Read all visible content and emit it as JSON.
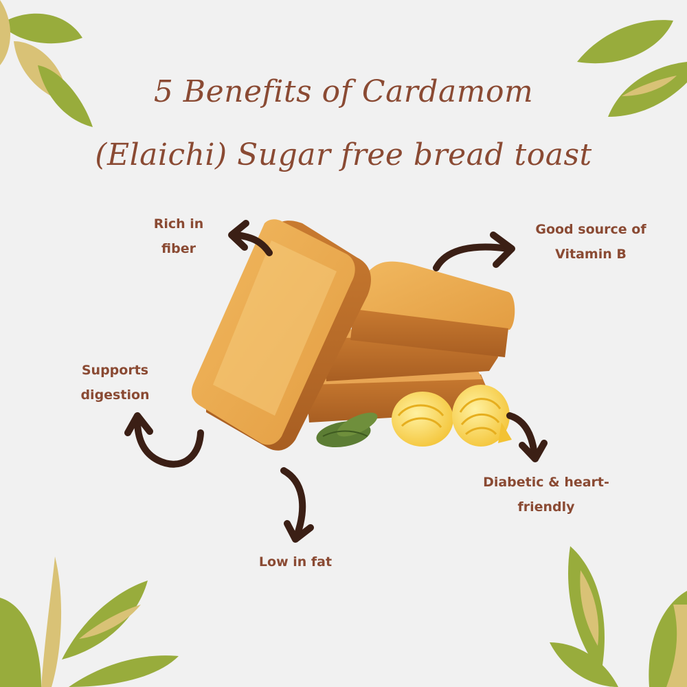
{
  "title": {
    "line1": "5 Benefits of Cardamom",
    "line2": "(Elaichi) Sugar free bread toast"
  },
  "benefits": [
    {
      "label": "Rich in\nfiber"
    },
    {
      "label": "Good source of\nVitamin B"
    },
    {
      "label": "Supports\ndigestion"
    },
    {
      "label": "Diabetic & heart-\nfriendly"
    },
    {
      "label": "Low in fat"
    }
  ],
  "colors": {
    "background": "#f1f1f1",
    "text": "#8a4a33",
    "arrow": "#3b1f15",
    "leaf_green": "#98ac3c",
    "leaf_tan": "#d9c276",
    "toast": "#d58f3e",
    "butter": "#f7d24a",
    "cardamom": "#5c7d34"
  },
  "icons": [
    "leaf-cluster-icon",
    "curved-arrow-icon",
    "bread-toast-image",
    "butter-curl-image",
    "cardamom-pod-image"
  ]
}
